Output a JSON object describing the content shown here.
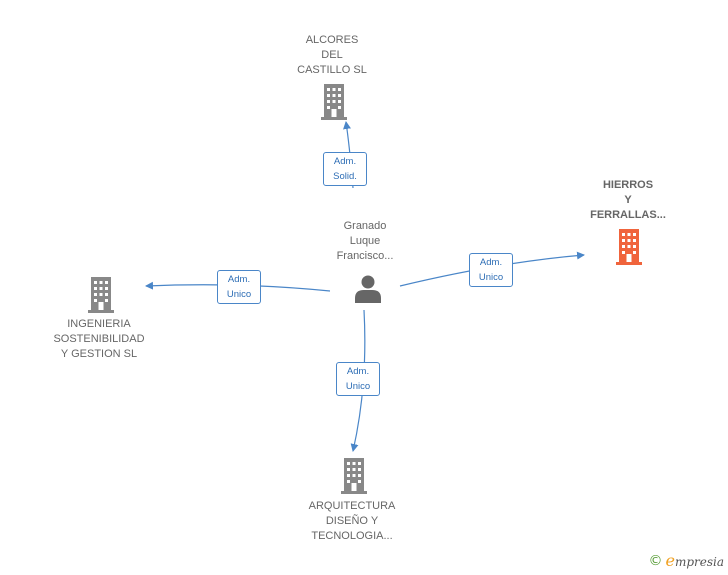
{
  "colors": {
    "edge": "#4a86c8",
    "company": "#888888",
    "company_highlight": "#f0643c",
    "person": "#666666"
  },
  "center": {
    "lines": [
      "Granado",
      "Luque",
      "Francisco..."
    ],
    "icon": "person-icon"
  },
  "companies": [
    {
      "id": "alcores",
      "lines": [
        "ALCORES",
        "DEL",
        "CASTILLO  SL"
      ],
      "icon": "building-icon",
      "highlight": false
    },
    {
      "id": "hierros",
      "lines": [
        "HIERROS",
        "Y",
        "FERRALLAS..."
      ],
      "icon": "building-icon",
      "highlight": true
    },
    {
      "id": "ingenieria",
      "lines": [
        "INGENIERIA",
        "SOSTENIBILIDAD",
        "Y GESTION  SL"
      ],
      "icon": "building-icon",
      "highlight": false
    },
    {
      "id": "arquitectura",
      "lines": [
        "ARQUITECTURA",
        "DISEÑO Y",
        "TECNOLOGIA..."
      ],
      "icon": "building-icon",
      "highlight": false
    }
  ],
  "relations": [
    {
      "to": "alcores",
      "lines": [
        "Adm.",
        "Solid."
      ]
    },
    {
      "to": "hierros",
      "lines": [
        "Adm.",
        "Unico"
      ]
    },
    {
      "to": "ingenieria",
      "lines": [
        "Adm.",
        "Unico"
      ]
    },
    {
      "to": "arquitectura",
      "lines": [
        "Adm.",
        "Unico"
      ]
    }
  ],
  "footer": {
    "copyright": "©",
    "brand_initial": "e",
    "brand_rest": "mpresia"
  }
}
